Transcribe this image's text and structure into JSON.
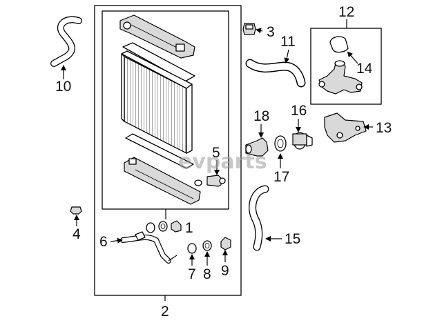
{
  "watermark": "evparts",
  "callouts": {
    "n1": "1",
    "n2": "2",
    "n3": "3",
    "n4": "4",
    "n5": "5",
    "n6": "6",
    "n7": "7",
    "n8": "8",
    "n9": "9",
    "n10": "10",
    "n11": "11",
    "n12": "12",
    "n13": "13",
    "n14": "14",
    "n15": "15",
    "n16": "16",
    "n17": "17",
    "n18": "18"
  }
}
